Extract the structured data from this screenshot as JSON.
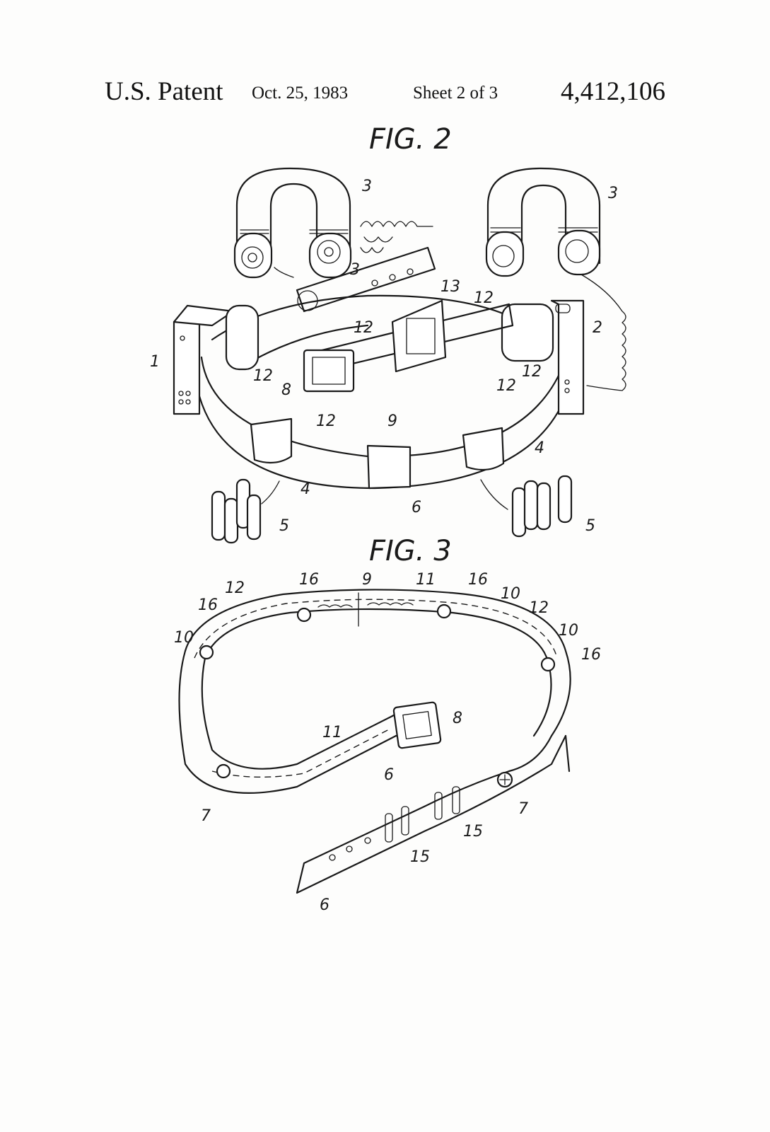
{
  "header": {
    "patent_label": "U.S. Patent",
    "date": "Oct. 25, 1983",
    "sheet": "Sheet 2 of 3",
    "patent_number": "4,412,106"
  },
  "figures": {
    "fig2": {
      "title": "FIG. 2",
      "labels": [
        "3",
        "3",
        "3",
        "13",
        "12",
        "12",
        "1",
        "12",
        "8",
        "2",
        "12",
        "12",
        "12",
        "9",
        "4",
        "4",
        "6",
        "5",
        "5"
      ]
    },
    "fig3": {
      "title": "FIG. 3",
      "labels": [
        "12",
        "16",
        "9",
        "11",
        "16",
        "10",
        "16",
        "10",
        "12",
        "10",
        "16",
        "8",
        "11",
        "6",
        "7",
        "7",
        "15",
        "15",
        "6"
      ]
    }
  }
}
